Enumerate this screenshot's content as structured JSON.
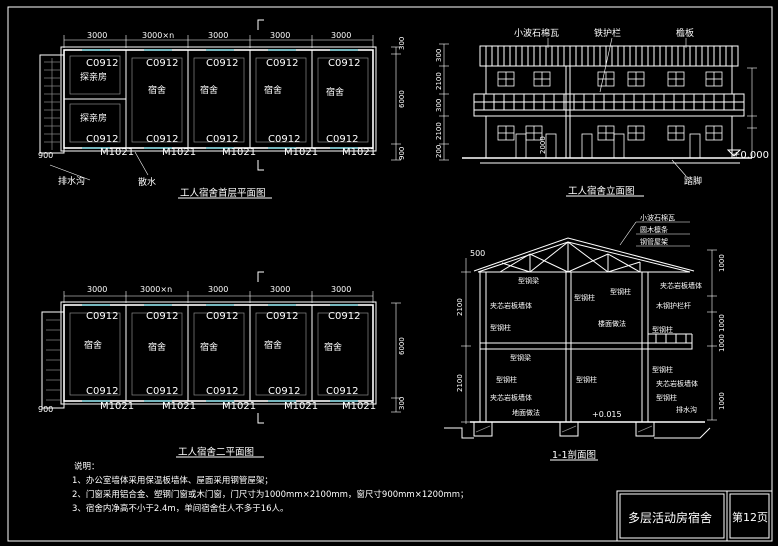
{
  "plan1": {
    "title": "工人宿舍首层平面图",
    "dims_top": [
      "3000",
      "3000×n",
      "3000",
      "3000",
      "3000"
    ],
    "dims_right": [
      "300",
      "6000",
      "900"
    ],
    "top_windows": [
      "C0912",
      "C0912",
      "C0912",
      "C0912",
      "C0912"
    ],
    "bottom_windows": [
      "C0912",
      "C0912",
      "C0912",
      "C0912",
      "C0912"
    ],
    "doors": [
      "M1021",
      "M1021",
      "M1021",
      "M1021",
      "M1021"
    ],
    "rooms_left": [
      "探亲房",
      "探亲房"
    ],
    "rooms": [
      "宿舍",
      "宿舍",
      "宿舍",
      "宿舍"
    ],
    "level": "900",
    "callout_drain": "排水沟",
    "callout_apron": "散水"
  },
  "plan2": {
    "title": "工人宿舍二平面图",
    "dims_top": [
      "3000",
      "3000×n",
      "3000",
      "3000",
      "3000"
    ],
    "dims_right": [
      "6000",
      "300"
    ],
    "top_windows": [
      "C0912",
      "C0912",
      "C0912",
      "C0912",
      "C0912"
    ],
    "bottom_windows": [
      "C0912",
      "C0912",
      "C0912",
      "C0912",
      "C0912"
    ],
    "doors": [
      "M1021",
      "M1021",
      "M1021",
      "M1021",
      "M1021"
    ],
    "rooms": [
      "宿舍",
      "宿舍",
      "宿舍",
      "宿舍",
      "宿舍"
    ],
    "level": "900"
  },
  "elevation": {
    "title": "工人宿舍立面图",
    "labels": [
      "小波石棉瓦",
      "铁护栏",
      "檐板"
    ],
    "dims_left": [
      "300",
      "2100",
      "300",
      "2100",
      "200"
    ],
    "dim_door": "2000",
    "level": "±0.000",
    "callout_base": "踏脚"
  },
  "section": {
    "title": "1-1剖面图",
    "roof_legend": [
      "小波石棉瓦",
      "圆木檩条",
      "钢管屋架"
    ],
    "top_dim": "500",
    "dims_left": [
      "2100",
      "2100"
    ],
    "dims_right": [
      "1000",
      "1000",
      "1000",
      "1000"
    ],
    "labels_upper": [
      "型钢梁",
      "型钢柱",
      "型钢柱",
      "夹芯岩板墙体",
      "型钢柱",
      "夹芯岩板墙体",
      "木钢护栏杆",
      "型钢柱",
      "楼面做法"
    ],
    "labels_lower": [
      "型钢梁",
      "型钢柱",
      "型钢柱",
      "夹芯岩板墙体",
      "型钢柱",
      "夹芯岩板墙体",
      "型钢柱"
    ],
    "floor_note": "地面做法",
    "level": "+0.015",
    "drain": "排水沟"
  },
  "notes": {
    "heading": "说明：",
    "lines": [
      "1、办公室墙体采用保温板墙体、屋面采用钢管屋架；",
      "2、门窗采用铝合金、塑钢门窗或木门窗，门尺寸为1000mm×2100mm，窗尺寸900mm×1200mm；",
      "3、宿舍内净高不小于2.4m，单间宿舍住人不多于16人。"
    ]
  },
  "titleblock": {
    "name": "多层活动房宿舍",
    "page": "第12页"
  }
}
